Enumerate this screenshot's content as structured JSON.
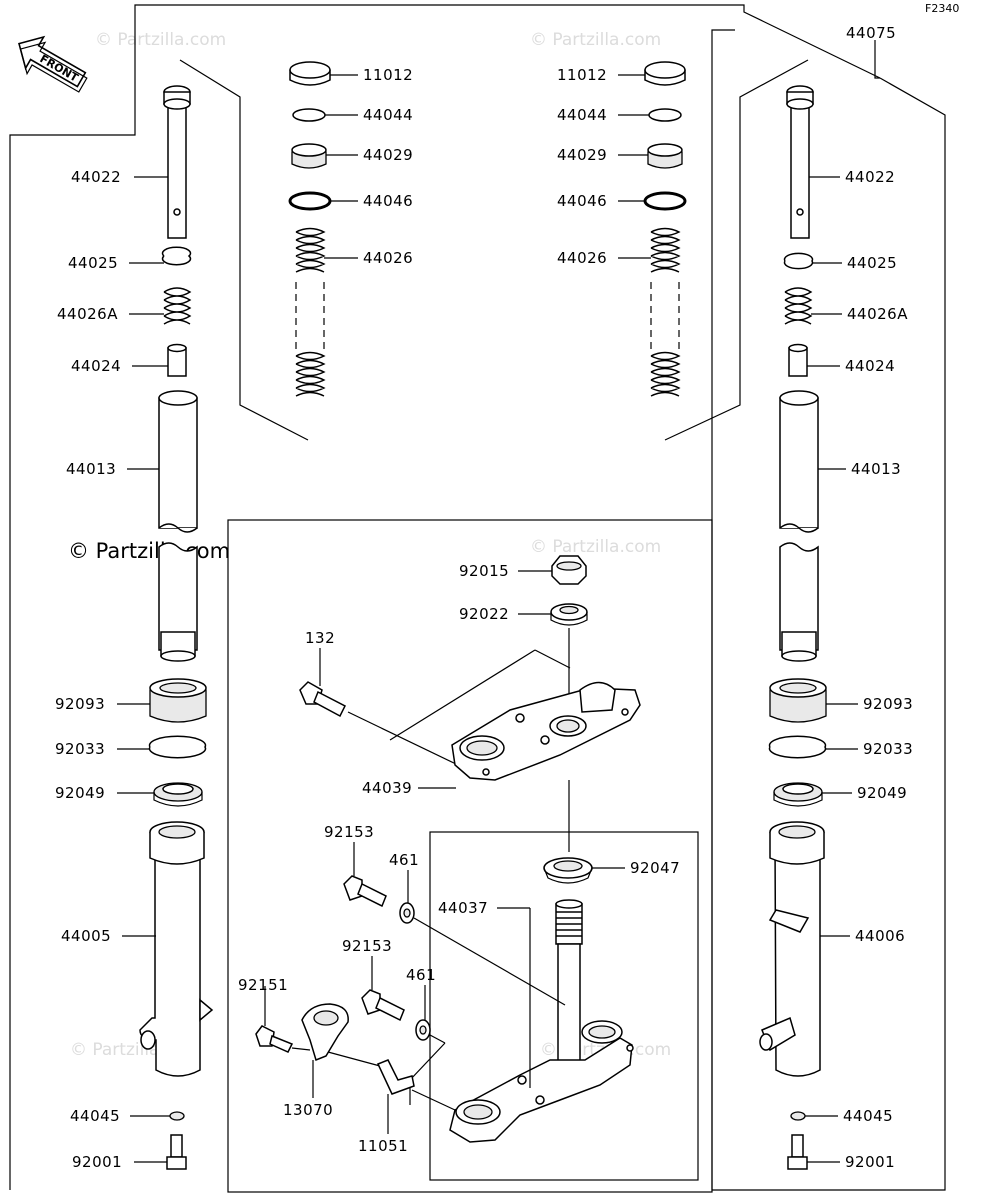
{
  "diagram": {
    "code": "F2340",
    "front_label": "FRONT",
    "watermark": "Partzilla.com",
    "watermark_dark": "© Partzilla.com"
  },
  "callouts": {
    "l_44022": "44022",
    "l_44025": "44025",
    "l_44026A": "44026A",
    "l_44024": "44024",
    "l_44013": "44013",
    "l_92093": "92093",
    "l_92033": "92033",
    "l_92049": "92049",
    "l_44005": "44005",
    "l_44045": "44045",
    "l_92001": "92001",
    "cl_11012": "11012",
    "cl_44044": "44044",
    "cl_44029": "44029",
    "cl_44046": "44046",
    "cl_44026": "44026",
    "cr_11012": "11012",
    "cr_44044": "44044",
    "cr_44029": "44029",
    "cr_44046": "44046",
    "cr_44026": "44026",
    "r_44075": "44075",
    "r_44022": "44022",
    "r_44025": "44025",
    "r_44026A": "44026A",
    "r_44024": "44024",
    "r_44013": "44013",
    "r_92093": "92093",
    "r_92033": "92033",
    "r_92049": "92049",
    "r_44006": "44006",
    "r_44045": "44045",
    "r_92001": "92001",
    "m_92015": "92015",
    "m_92022": "92022",
    "m_132": "132",
    "m_44039": "44039",
    "m_92153a": "92153",
    "m_461a": "461",
    "m_92047": "92047",
    "m_44037": "44037",
    "m_92153b": "92153",
    "m_461b": "461",
    "m_92151": "92151",
    "m_13070": "13070",
    "m_11051": "11051"
  }
}
